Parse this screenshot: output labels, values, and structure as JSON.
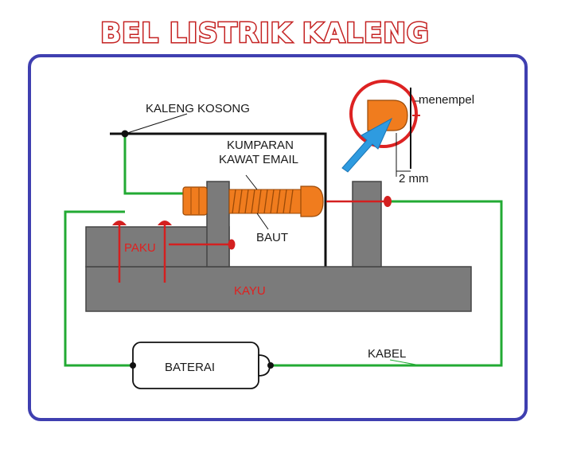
{
  "title": "BEL LISTRIK KALENG",
  "labels": {
    "empty_can": "KALENG KOSONG",
    "coil_line1": "KUMPARAN",
    "coil_line2": "KAWAT EMAIL",
    "bolt": "BAUT",
    "nail": "PAKU",
    "wood": "KAYU",
    "battery": "BATERAI",
    "cable": "KABEL",
    "sticks": "menempel",
    "gap": "2 mm"
  },
  "colors": {
    "frame": "#3f3fb0",
    "wire": "#22aa33",
    "wood": "#7b7b7b",
    "coil": "#f07c1e",
    "nail": "#d42020",
    "zoom_ring": "#dd2222",
    "arrow": "#2e9be0",
    "title_outline": "#c42222"
  }
}
